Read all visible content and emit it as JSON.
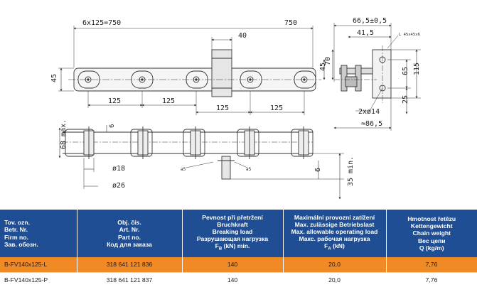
{
  "drawing": {
    "top_view_dims": {
      "pitch_total": "6x125=750",
      "length": "750",
      "bracket_width": "40",
      "height": "45",
      "pitch_1": "125",
      "pitch_2": "125",
      "pitch_3": "125",
      "pitch_4": "125"
    },
    "side_view_dims": {
      "overall": "66,5±0,5",
      "inner": "41,5",
      "chamfer": "L 45x45x6",
      "height_70": "70",
      "height_45": "45",
      "height_65": "65",
      "height_115": "115",
      "height_25": "25",
      "holes": "2xø14",
      "base": "≈86,5"
    },
    "front_view_dims": {
      "height": "68 max.",
      "small": "6",
      "bushing_dia": "ø18",
      "roller_dia": "ø26",
      "thickness": "6",
      "min_gap": "35 min.",
      "weld_1": "a5",
      "weld_2": "a5"
    }
  },
  "table": {
    "headers": [
      [
        "Tov. ozn.",
        "Betr. Nr.",
        "Firm no.",
        "Зав. обозн."
      ],
      [
        "Obj. čís.",
        "Art. Nr.",
        "Part no.",
        "Код для заказа"
      ],
      [
        "Pevnost při přetržení",
        "Bruchkraft",
        "Breaking load",
        "Разрушающая нагрузка",
        "F_B (kN) min."
      ],
      [
        "Maximální provozní zatížení",
        "Max. zulässige Betriebslast",
        "Max. allowable operating load",
        "Макс. рабочая нагрузка",
        "F_A (kN)"
      ],
      [
        "Hmotnost řetězu",
        "Kettengewicht",
        "Chain weight",
        "Вес цепи",
        "Q (kg/m)"
      ]
    ],
    "rows": [
      [
        "B-FV140x125-L",
        "318 641 121 836",
        "140",
        "20,0",
        "7,76"
      ],
      [
        "B-FV140x125-P",
        "318 641 121 837",
        "140",
        "20,0",
        "7,76"
      ]
    ]
  }
}
